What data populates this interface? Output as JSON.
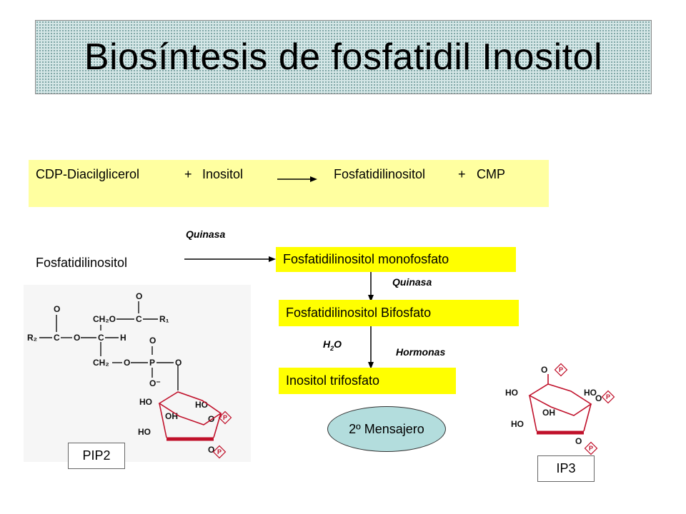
{
  "title": "Biosíntesis de fosfatidil Inositol",
  "reaction": {
    "reactant1": "CDP-Diacilglicerol",
    "plus1": "+",
    "reactant2": "Inositol",
    "product1": "Fosfatidilinositol",
    "plus2": "+",
    "product2": "CMP"
  },
  "pathway": {
    "start": "Fosfatidilinositol",
    "enzyme1": "Quinasa",
    "step1": "Fosfatidilinositol monofosfato",
    "enzyme2": "Quinasa",
    "step2": "Fosfatidilinositol Bifosfato",
    "water_H": "H",
    "water_sub": "2",
    "water_O": "O",
    "hormones": "Hormonas",
    "step3": "Inositol trifosfato",
    "messenger": "2º Mensajero"
  },
  "structures": {
    "pip2_label": "PIP2",
    "ip3_label": "IP3",
    "phosphate": "P",
    "atoms": {
      "o": "O",
      "ch2o": "CH₂O",
      "c": "C",
      "r1": "R₁",
      "r2": "R₂",
      "h": "H",
      "ch2": "CH₂",
      "ho": "HO",
      "oh": "OH",
      "ominus": "O⁻"
    }
  }
}
